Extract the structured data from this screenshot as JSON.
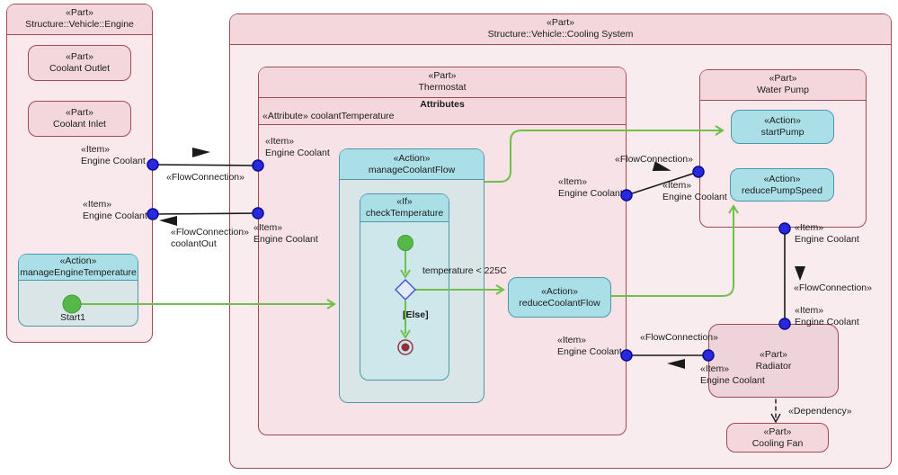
{
  "stereotypes": {
    "part": "«Part»",
    "action": "«Action»",
    "item": "«Item»",
    "if": "«If»",
    "attribute": "«Attribute»",
    "flow_connection": "«FlowConnection»",
    "dependency": "«Dependency»"
  },
  "engine": {
    "title": "Structure::Vehicle::Engine",
    "coolant_outlet": "Coolant Outlet",
    "coolant_inlet": "Coolant Inlet",
    "manage_engine_temperature": "manageEngineTemperature",
    "start_node": "Start1"
  },
  "cooling_system": {
    "title": "Structure::Vehicle::Cooling System",
    "thermostat": {
      "title": "Thermostat",
      "attributes_header": "Attributes",
      "attribute_name": "coolantTemperature",
      "manage_coolant_flow": "manageCoolantFlow",
      "check_temperature": "checkTemperature",
      "guard_temperature": "temperature < 225C",
      "guard_else": "[Else]"
    },
    "reduce_coolant_flow": "reduceCoolantFlow",
    "water_pump": {
      "title": "Water Pump",
      "start_pump": "startPump",
      "reduce_pump_speed": "reducePumpSpeed"
    },
    "radiator": "Radiator",
    "cooling_fan": "Cooling Fan"
  },
  "connections": {
    "engine_coolant": "Engine Coolant",
    "coolant_out": "coolantOut"
  },
  "colors": {
    "part_border": "#a04a52",
    "part_header_fill": "#f3d7dc",
    "part_body_fill": "#f9e9ed",
    "thermostat_body_fill": "#f6e2e7",
    "radiator_fill": "#eed4da",
    "action_border": "#4a98a8",
    "action_header_fill": "#aadfe8",
    "action_body_fill": "#d9e5e7",
    "if_body_fill": "#cde7eb",
    "flow_green": "#6fbf48",
    "start_node_green": "#56b848",
    "port_blue": "#2828dd",
    "decision_border": "#3c55cc",
    "final_node_red": "#8e2f3e",
    "connector_black": "#1a1a1a"
  }
}
